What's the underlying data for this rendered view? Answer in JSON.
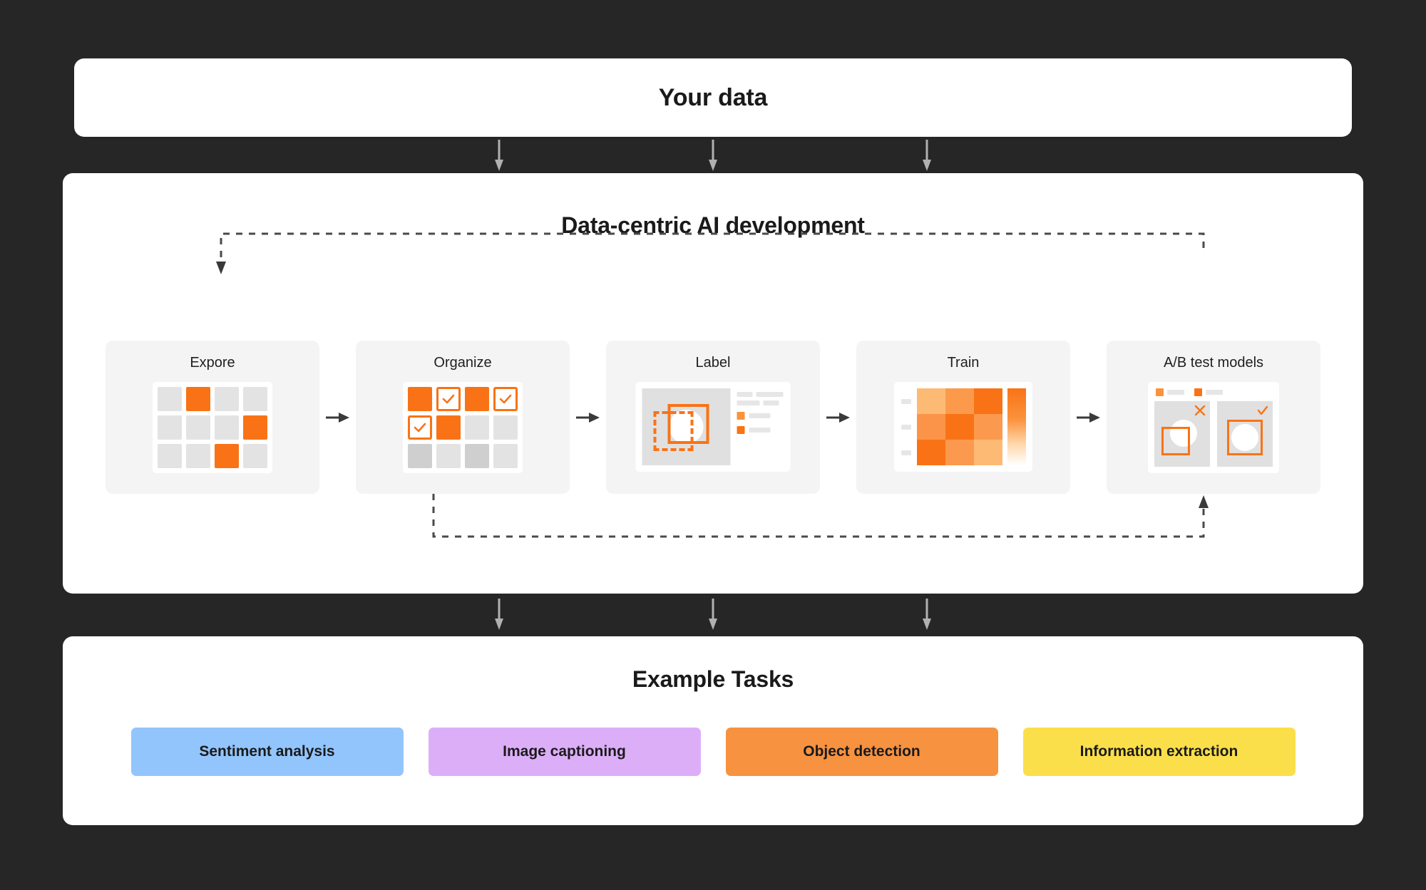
{
  "colors": {
    "background": "#262626",
    "panel": "#ffffff",
    "card": "#f4f4f4",
    "orange": "#f97316",
    "orange_light": "#fb923c",
    "orange_lighter": "#fdba74",
    "gray_cell": "#e3e3e3",
    "gray_cell_dark": "#cfcfcf",
    "bar_gray": "#e6e6e6",
    "arrow_gray": "#b0b0b0",
    "dash_gray": "#4a4a4a",
    "text": "#1a1a1a"
  },
  "top": {
    "title": "Your data"
  },
  "middle": {
    "title": "Data-centric AI development",
    "stages": [
      {
        "label": "Expore",
        "icon": "grid-icon"
      },
      {
        "label": "Organize",
        "icon": "checklist-grid-icon"
      },
      {
        "label": "Label",
        "icon": "bounding-box-icon"
      },
      {
        "label": "Train",
        "icon": "heatmap-icon"
      },
      {
        "label": "A/B test models",
        "icon": "compare-models-icon"
      }
    ],
    "explore_grid": [
      [
        "gray",
        "orange",
        "gray",
        "gray"
      ],
      [
        "gray",
        "gray",
        "gray",
        "orange"
      ],
      [
        "gray",
        "gray",
        "orange",
        "gray"
      ]
    ],
    "organize_grid": [
      [
        "orange",
        "check",
        "orange",
        "check"
      ],
      [
        "check",
        "orange",
        "gray",
        "gray"
      ],
      [
        "gray-dark",
        "gray",
        "gray-dark",
        "gray"
      ]
    ],
    "heatmap_values": [
      [
        0.35,
        0.65,
        0.95
      ],
      [
        0.62,
        0.95,
        0.6
      ],
      [
        0.95,
        0.62,
        0.35
      ]
    ],
    "ab_results": [
      {
        "mark": "x",
        "verdict": "fail"
      },
      {
        "mark": "check",
        "verdict": "pass"
      }
    ],
    "loops": [
      {
        "name": "retrain-feedback-loop",
        "from": "A/B test models",
        "to": "Expore",
        "style": "dashed"
      },
      {
        "name": "relabel-feedback-loop",
        "from": "Organize",
        "to": "A/B test models",
        "style": "dashed"
      }
    ]
  },
  "bottom": {
    "title": "Example Tasks",
    "chips": [
      {
        "label": "Sentiment analysis",
        "color": "#93c5fd"
      },
      {
        "label": "Image captioning",
        "color": "#ddaef8"
      },
      {
        "label": "Object detection",
        "color": "#f79241"
      },
      {
        "label": "Information extraction",
        "color": "#fbdf4a"
      }
    ]
  },
  "connectors": {
    "top_arrow_count": 3,
    "bottom_arrow_count": 3
  }
}
